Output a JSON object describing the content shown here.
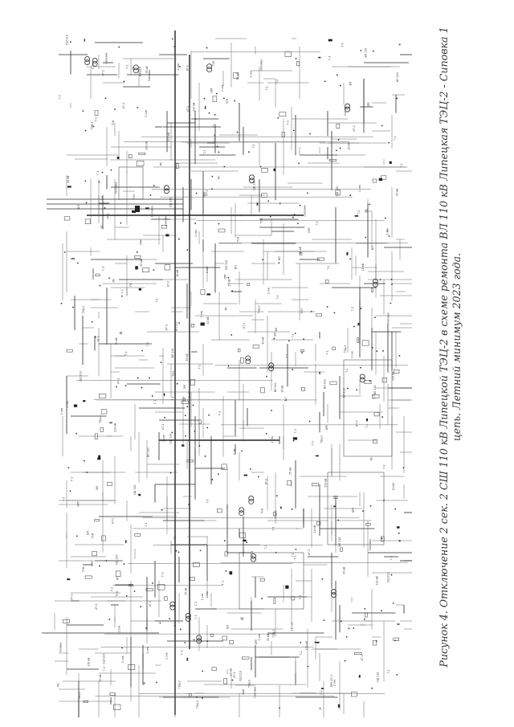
{
  "figure": {
    "caption_line1": "Рисунок 4. Отключение 2 сек. 2 СШ 110 кВ Липецкой ТЭЦ-2 в схеме ремонта ВЛ 110 кВ Липецкая ТЭЦ-2 - Сиповка 1",
    "caption_line2": "цепь. Летний минимум 2023 года."
  },
  "diagram": {
    "labels": [
      "ТЭЦ-2",
      "СШ 110",
      "ВЛ 110",
      "Т-1",
      "Т-2",
      "ПС",
      "1 сек",
      "2 сек",
      "Г-1",
      "Г-2",
      "Сиповка",
      "ОРУ",
      "Т-3",
      "ВЛ",
      "110 кВ",
      "35 кВ",
      "10 кВ",
      "АТ-1",
      "АТ-2",
      "ТСН"
    ]
  }
}
